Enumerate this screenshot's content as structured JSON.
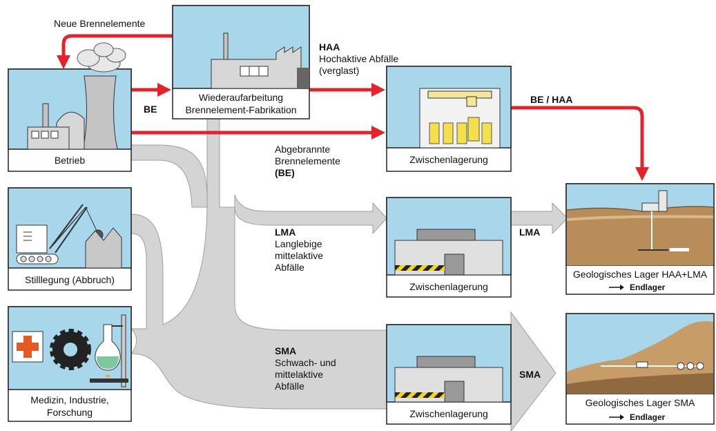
{
  "labels": {
    "neue_brennelemente": "Neue Brennelemente",
    "be_left": "BE",
    "haa_title": "HAA",
    "haa_line1": "Hochaktive Abfälle",
    "haa_line2": "(verglast)",
    "be_haa": "BE / HAA",
    "abgebrannte_line1": "Abgebrannte",
    "abgebrannte_line2": "Brennelemente",
    "abgebrannte_line3": "(BE)",
    "lma_title": "LMA",
    "lma_line1": "Langlebige",
    "lma_line2": "mittelaktive",
    "lma_line3": "Abfälle",
    "lma_arrow": "LMA",
    "sma_title": "SMA",
    "sma_line1": "Schwach- und",
    "sma_line2": "mittelaktive",
    "sma_line3": "Abfälle",
    "sma_arrow": "SMA"
  },
  "boxes": {
    "betrieb": "Betrieb",
    "wiederaufarbeitung_1": "Wiederaufarbeitung",
    "wiederaufarbeitung_2": "Brennelement-Fabrikation",
    "stilllegung": "Stilllegung (Abbruch)",
    "medizin_1": "Medizin, Industrie,",
    "medizin_2": "Forschung",
    "zwischen_haa": "Zwischenlagerung",
    "zwischen_lma": "Zwischenlagerung",
    "zwischen_sma": "Zwischenlagerung",
    "lager_haa_1": "Geologisches Lager HAA+LMA",
    "lager_haa_2": "Endlager",
    "lager_sma_1": "Geologisches Lager SMA",
    "lager_sma_2": "Endlager"
  },
  "colors": {
    "sky": "#a8d6ea",
    "flow_red": "#e3222a",
    "flow_grey": "#d4d4d4",
    "ground": "#b98d5a"
  },
  "icons": [
    "smoke-cloud-icon",
    "cooling-tower-icon",
    "factory-icon",
    "robot-icon",
    "crane-icon",
    "red-cross-icon",
    "gear-icon",
    "flask-icon",
    "arrow-right-icon"
  ]
}
